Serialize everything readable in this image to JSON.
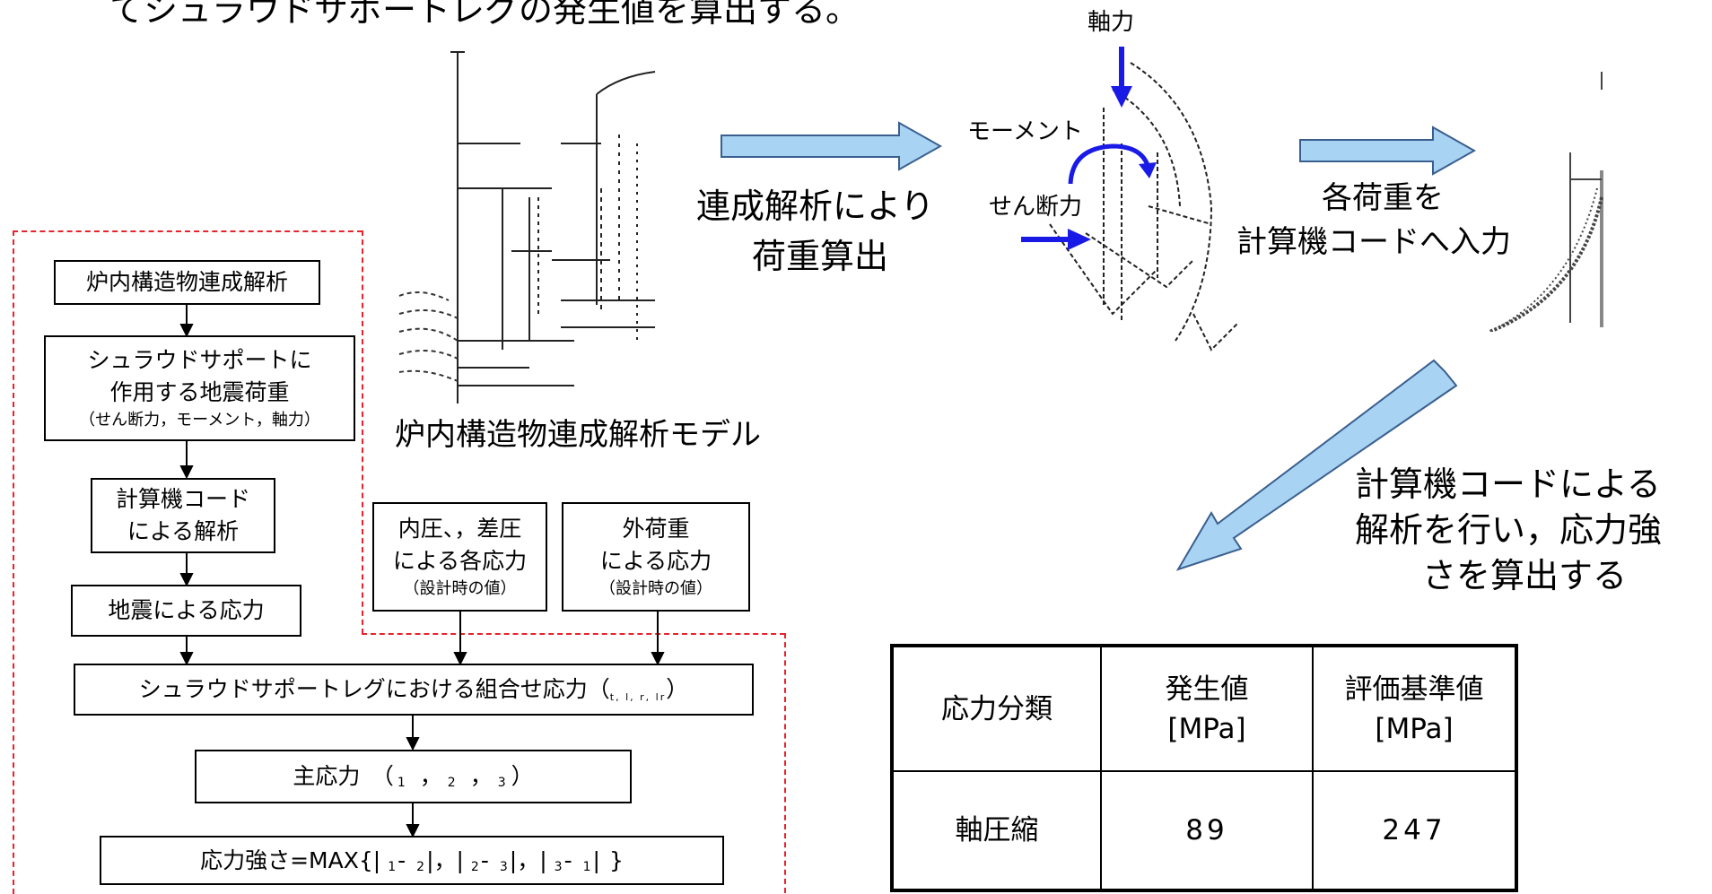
{
  "header": {
    "text": "てシュラウドサポートレグの発生値を算出する。"
  },
  "model": {
    "caption": "炉内構造物連成解析モデル"
  },
  "arrow1": {
    "line1": "連成解析により",
    "line2": "荷重算出"
  },
  "forces": {
    "axial": "軸力",
    "moment": "モーメント",
    "shear": "せん断力"
  },
  "arrow2": {
    "line1": "各荷重を",
    "line2": "計算機コードへ入力"
  },
  "arrow3": {
    "line1": "計算機コードによる",
    "line2": "解析を行い，応力強",
    "line3": "さを算出する"
  },
  "flow": {
    "box1": "炉内構造物連成解析",
    "box2_l1": "シュラウドサポートに",
    "box2_l2": "作用する地震荷重",
    "box2_l3": "（せん断力，モーメント，軸力）",
    "box3_l1": "計算機コード",
    "box3_l2": "による解析",
    "box4": "地震による応力",
    "box5_l1": "内圧、，差圧",
    "box5_l2": "による各応力",
    "box5_l3": "（設計時の値）",
    "box6_l1": "外荷重",
    "box6_l2": "による応力",
    "box6_l3": "（設計時の値）",
    "box7": "シュラウドサポートレグにおける組合せ応力（",
    "box7_subs": "t,  l,  r,  lr",
    "box7_end": "）",
    "box8_pre": "主応力　（",
    "box8_s1": "1",
    "box8_s2": "2",
    "box8_s3": "3",
    "box8_end": "）",
    "box9_pre": "応力強さ=MAX{|",
    "box9_a": "1",
    "box9_b": "2",
    "box9_c": "2",
    "box9_d": "3",
    "box9_e": "3",
    "box9_f": "1",
    "box9_end": "}"
  },
  "table": {
    "h1": "応力分類",
    "h2_l1": "発生値",
    "h2_l2": "[MPa]",
    "h3_l1": "評価基準値",
    "h3_l2": "[MPa]",
    "r1c1": "軸圧縮",
    "r1c2": "89",
    "r1c3": "247"
  },
  "colors": {
    "arrow_fill": "#a9d3f3",
    "arrow_stroke": "#3a5f8f",
    "force_blue": "#1a1ae6",
    "dash_red": "#e8222c"
  }
}
